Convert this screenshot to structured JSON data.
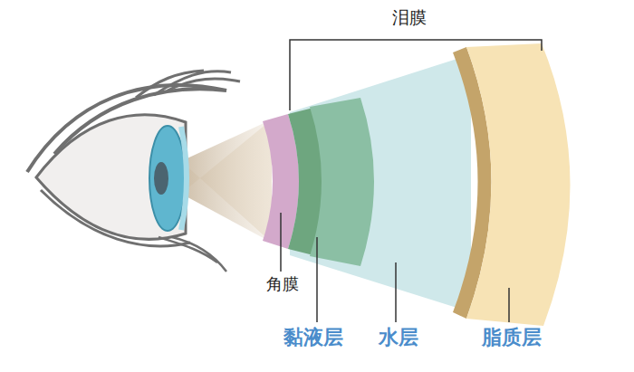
{
  "diagram": {
    "labels": [
      "泪膜",
      "角膜",
      "黏液层",
      "水层",
      "脂质层"
    ]
  }
}
